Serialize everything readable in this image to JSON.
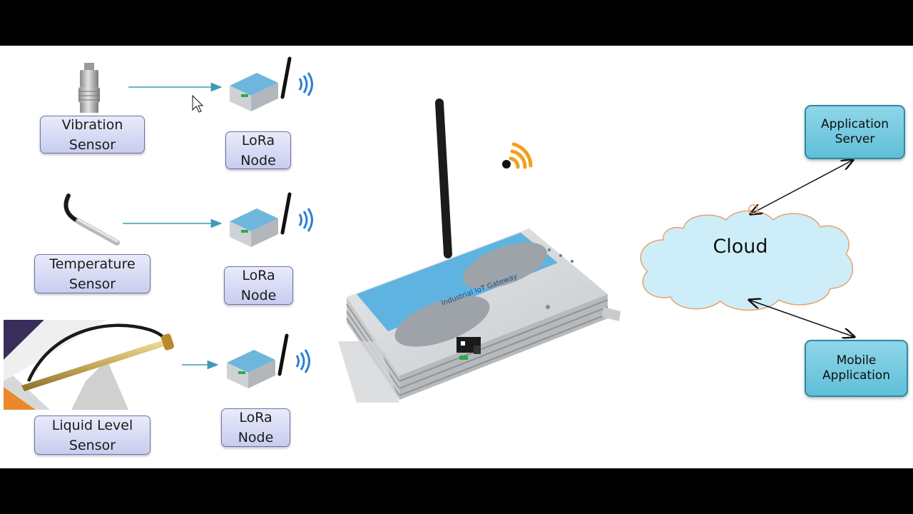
{
  "sensors": [
    {
      "line1": "Vibration",
      "line2": "Sensor"
    },
    {
      "line1": "Temperature",
      "line2": "Sensor"
    },
    {
      "line1": "Liquid Level",
      "line2": "Sensor"
    }
  ],
  "nodes": [
    {
      "line1": "LoRa",
      "line2": "Node"
    },
    {
      "line1": "LoRa",
      "line2": "Node"
    },
    {
      "line1": "LoRa",
      "line2": "Node"
    }
  ],
  "gateway": {
    "printed_text": "Industrial IoT Gateway"
  },
  "cloud": {
    "label": "Cloud"
  },
  "application_server": {
    "line1": "Application",
    "line2": "Server"
  },
  "mobile_application": {
    "line1": "Mobile",
    "line2": "Application"
  },
  "colors": {
    "label_border": "#6e72a8",
    "label_fill": "#c8cdef",
    "teal_fill": "#5fbfd7",
    "arrow": "#3c9bb8",
    "cloud_fill": "#cdeef8",
    "cloud_border": "#e8a06a",
    "wifi_orange": "#f0a020"
  }
}
